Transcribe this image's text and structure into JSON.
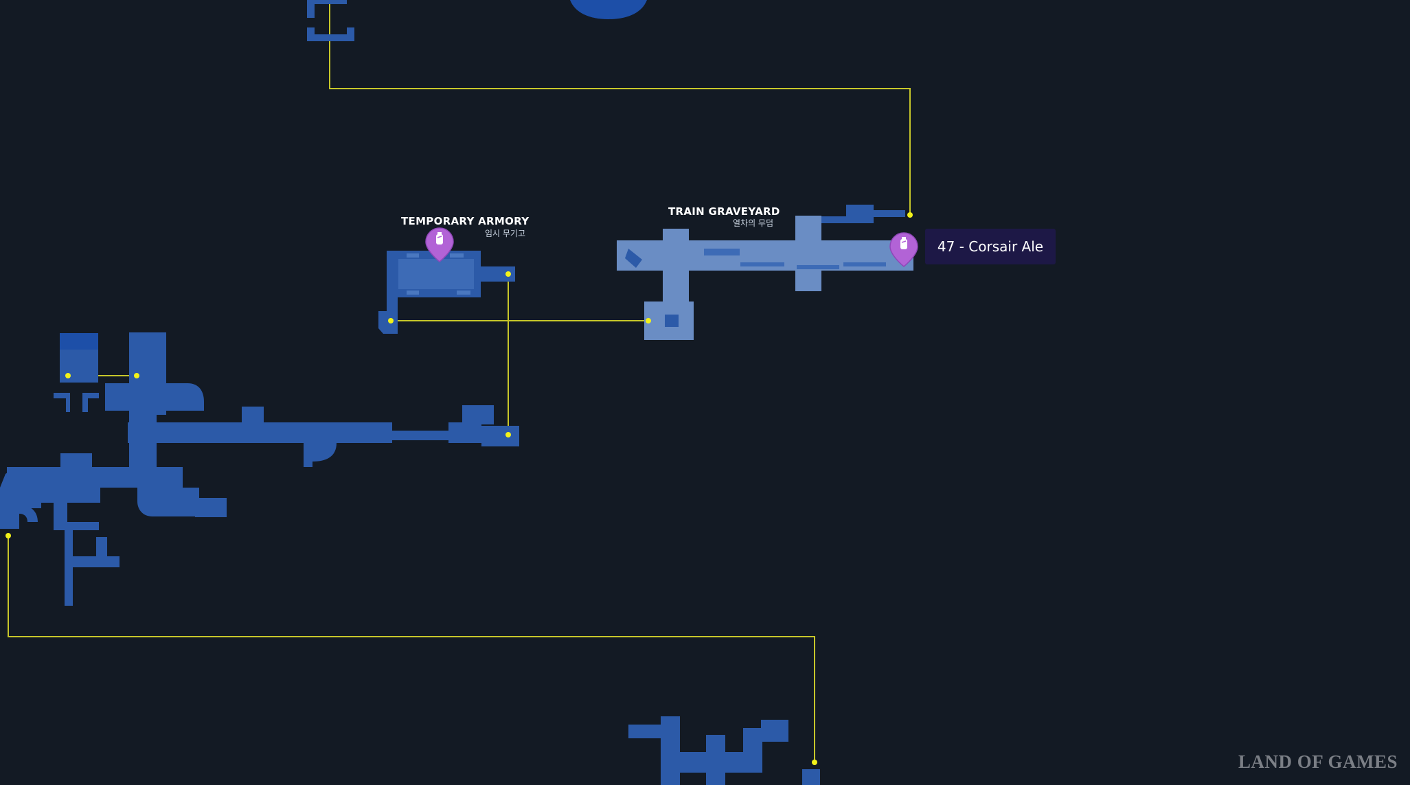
{
  "map": {
    "background_color": "#131a24",
    "room_color": "#2c5aa8",
    "highlighted_room_color": "#6a8dc4",
    "connector_color": "#c7c72a",
    "node_color": "#f2f21a",
    "marker_color": "#b263d6"
  },
  "areas": [
    {
      "name": "TEMPORARY ARMORY",
      "subtitle": "임시 무기고",
      "highlighted": false
    },
    {
      "name": "TRAIN GRAVEYARD",
      "subtitle": "열차의 무덤",
      "highlighted": true
    }
  ],
  "markers": [
    {
      "icon": "bottle-icon",
      "area": "TEMPORARY ARMORY"
    },
    {
      "icon": "bottle-icon",
      "area": "TRAIN GRAVEYARD",
      "selected": true
    }
  ],
  "tooltip": {
    "text": "47 - Corsair Ale"
  },
  "watermark": "LAND OF GAMES"
}
